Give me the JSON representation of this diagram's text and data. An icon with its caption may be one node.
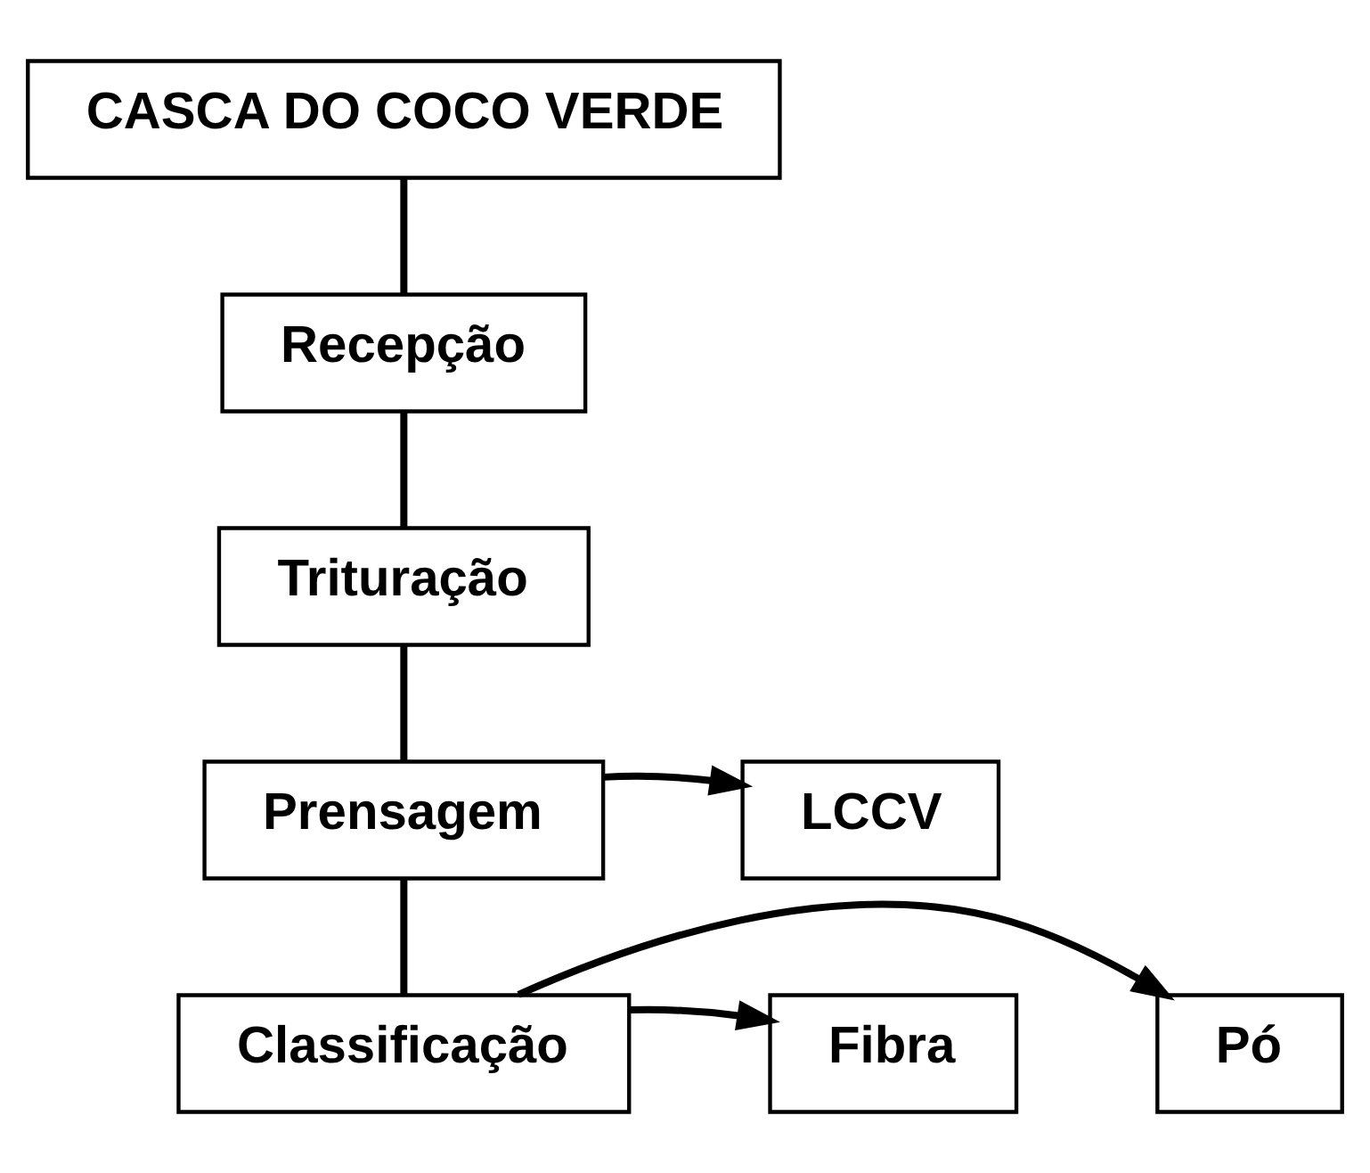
{
  "diagram": {
    "nodes": [
      {
        "text": [
          "CASCA DO COCO VERDE"
        ]
      },
      {
        "text": [
          "Recepção"
        ]
      },
      {
        "text": [
          "Trituração"
        ]
      },
      {
        "text": [
          "Prensagem"
        ]
      },
      {
        "text": [
          "LCCV"
        ]
      },
      {
        "text": [
          "Pó"
        ]
      },
      {
        "text": [
          "Classificação"
        ]
      },
      {
        "text": [
          "Fibra"
        ]
      }
    ],
    "edges": [
      {
        "from": 0,
        "to": 1,
        "arrow": "none"
      },
      {
        "from": 1,
        "to": 2,
        "arrow": "none"
      },
      {
        "from": 2,
        "to": 3,
        "arrow": "none"
      },
      {
        "from": 3,
        "to": 4,
        "arrow": "to"
      },
      {
        "from": 3,
        "to": 6,
        "arrow": "none"
      },
      {
        "from": 6,
        "to": 5,
        "arrow": "to"
      },
      {
        "from": 6,
        "to": 7,
        "arrow": "to"
      }
    ]
  }
}
